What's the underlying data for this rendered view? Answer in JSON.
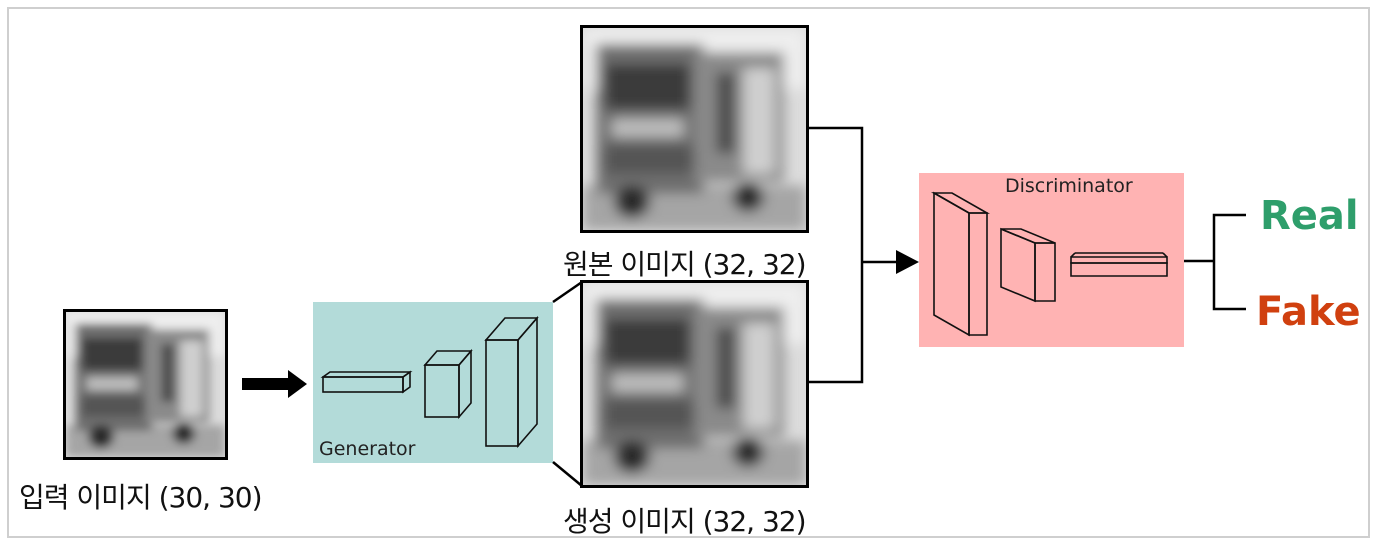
{
  "images": {
    "input": {
      "caption": "입력 이미지 (30, 30)"
    },
    "original": {
      "caption": "원본 이미지 (32, 32)"
    },
    "generated": {
      "caption": "생성 이미지 (32, 32)"
    }
  },
  "generator": {
    "label": "Generator",
    "color": "#b3dbd9"
  },
  "discriminator": {
    "label": "Discriminator",
    "color": "#ffb3b3"
  },
  "outputs": {
    "real": {
      "label": "Real",
      "color": "#2e9e6b"
    },
    "fake": {
      "label": "Fake",
      "color": "#d0400f"
    }
  }
}
